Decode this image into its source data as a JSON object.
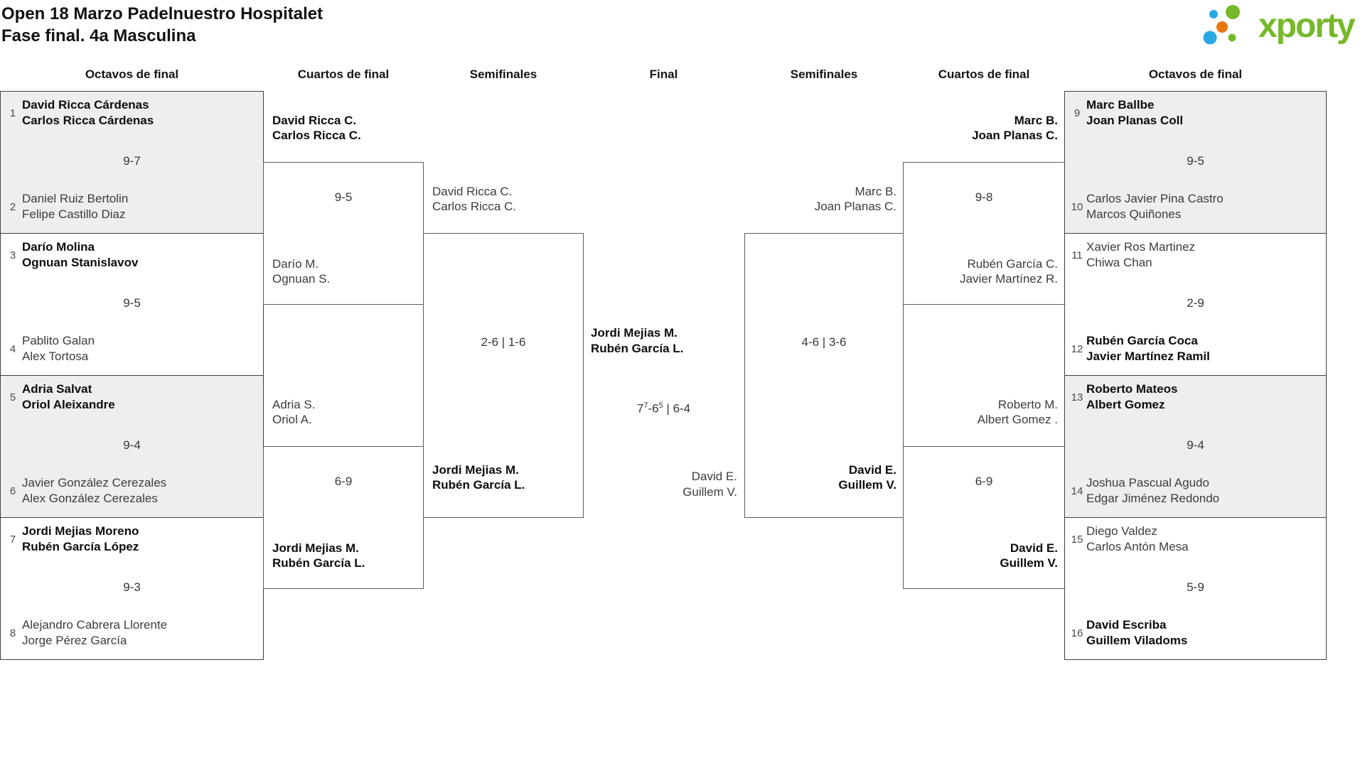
{
  "header": {
    "title_line1": "Open 18 Marzo Padelnuestro Hospitalet",
    "title_line2": "Fase final. 4a Masculina",
    "logo_text": "xporty"
  },
  "colors": {
    "logo_green": "#76b82a",
    "logo_blue": "#29a9e1",
    "logo_orange": "#e87611",
    "match_box_gray": "#eeeeee",
    "box_border_dark": "#3f3f3f",
    "box_border_light": "#5a5a5a"
  },
  "round_headers": [
    "Octavos de final",
    "Cuartos de final",
    "Semifinales",
    "Final",
    "Semifinales",
    "Cuartos de final",
    "Octavos de final"
  ],
  "r16_left": [
    {
      "seed_top": "1",
      "team_top": [
        "David Ricca Cárdenas",
        "Carlos Ricca Cárdenas"
      ],
      "score": "9-7",
      "seed_bottom": "2",
      "team_bottom": [
        "Daniel Ruiz Bertolin",
        "Felipe Castillo Diaz"
      ]
    },
    {
      "seed_top": "3",
      "team_top": [
        "Darío Molina",
        "Ognuan Stanislavov"
      ],
      "score": "9-5",
      "seed_bottom": "4",
      "team_bottom": [
        "Pablito Galan",
        "Alex Tortosa"
      ]
    },
    {
      "seed_top": "5",
      "team_top": [
        "Adria Salvat",
        "Oriol Aleixandre"
      ],
      "score": "9-4",
      "seed_bottom": "6",
      "team_bottom": [
        "Javier González Cerezales",
        "Alex González Cerezales"
      ]
    },
    {
      "seed_top": "7",
      "team_top": [
        "Jordi Mejias Moreno",
        "Rubén García López"
      ],
      "score": "9-3",
      "seed_bottom": "8",
      "team_bottom": [
        "Alejandro Cabrera Llorente",
        "Jorge Pérez García"
      ]
    }
  ],
  "qf_left": [
    {
      "team_top": [
        "David Ricca C.",
        "Carlos Ricca C."
      ],
      "score": "9-5",
      "team_bottom": [
        "Darío M.",
        "Ognuan S."
      ]
    },
    {
      "team_top": [
        "Adria S.",
        "Oriol A."
      ],
      "score": "6-9",
      "team_bottom": [
        "Jordi Mejias M.",
        "Rubén García L."
      ]
    }
  ],
  "sf_left": {
    "team_top": [
      "David Ricca C.",
      "Carlos Ricca C."
    ],
    "score": "2-6 | 1-6",
    "team_bottom": [
      "Jordi Mejias M.",
      "Rubén García L."
    ]
  },
  "final": {
    "team_top": [
      "Jordi Mejias M.",
      "Rubén García L."
    ],
    "score_main_1": "7",
    "score_sup_1": "7",
    "score_main_2": "-6",
    "score_sup_2": "5",
    "score_tail": " | 6-4",
    "team_bottom": [
      "David E.",
      "Guillem V."
    ]
  },
  "sf_right": {
    "team_top": [
      "Marc B.",
      "Joan Planas C."
    ],
    "score": "4-6 | 3-6",
    "team_bottom": [
      "David E.",
      "Guillem V."
    ]
  },
  "qf_right": [
    {
      "team_top": [
        "Marc B.",
        "Joan Planas C."
      ],
      "score": "9-8",
      "team_bottom": [
        "Rubén García C.",
        "Javier Martínez R."
      ]
    },
    {
      "team_top": [
        "Roberto M.",
        "Albert Gomez ."
      ],
      "score": "6-9",
      "team_bottom": [
        "David E.",
        "Guillem V."
      ]
    }
  ],
  "r16_right": [
    {
      "seed_top": "9",
      "team_top": [
        "Marc Ballbe",
        "Joan Planas Coll"
      ],
      "score": "9-5",
      "seed_bottom": "10",
      "team_bottom": [
        "Carlos Javier Pina Castro",
        "Marcos Quiñones"
      ]
    },
    {
      "seed_top": "11",
      "team_top": [
        "Xavier Ros Martinez",
        "Chiwa Chan"
      ],
      "score": "2-9",
      "seed_bottom": "12",
      "team_bottom": [
        "Rubén García Coca",
        "Javier Martínez Ramil"
      ]
    },
    {
      "seed_top": "13",
      "team_top": [
        "Roberto Mateos",
        "Albert Gomez"
      ],
      "score": "9-4",
      "seed_bottom": "14",
      "team_bottom": [
        "Joshua Pascual Agudo",
        "Edgar Jiménez Redondo"
      ]
    },
    {
      "seed_top": "15",
      "team_top": [
        "Diego Valdez",
        "Carlos Antón Mesa"
      ],
      "score": "5-9",
      "seed_bottom": "16",
      "team_bottom": [
        "David Escriba",
        "Guillem Viladoms"
      ]
    }
  ]
}
